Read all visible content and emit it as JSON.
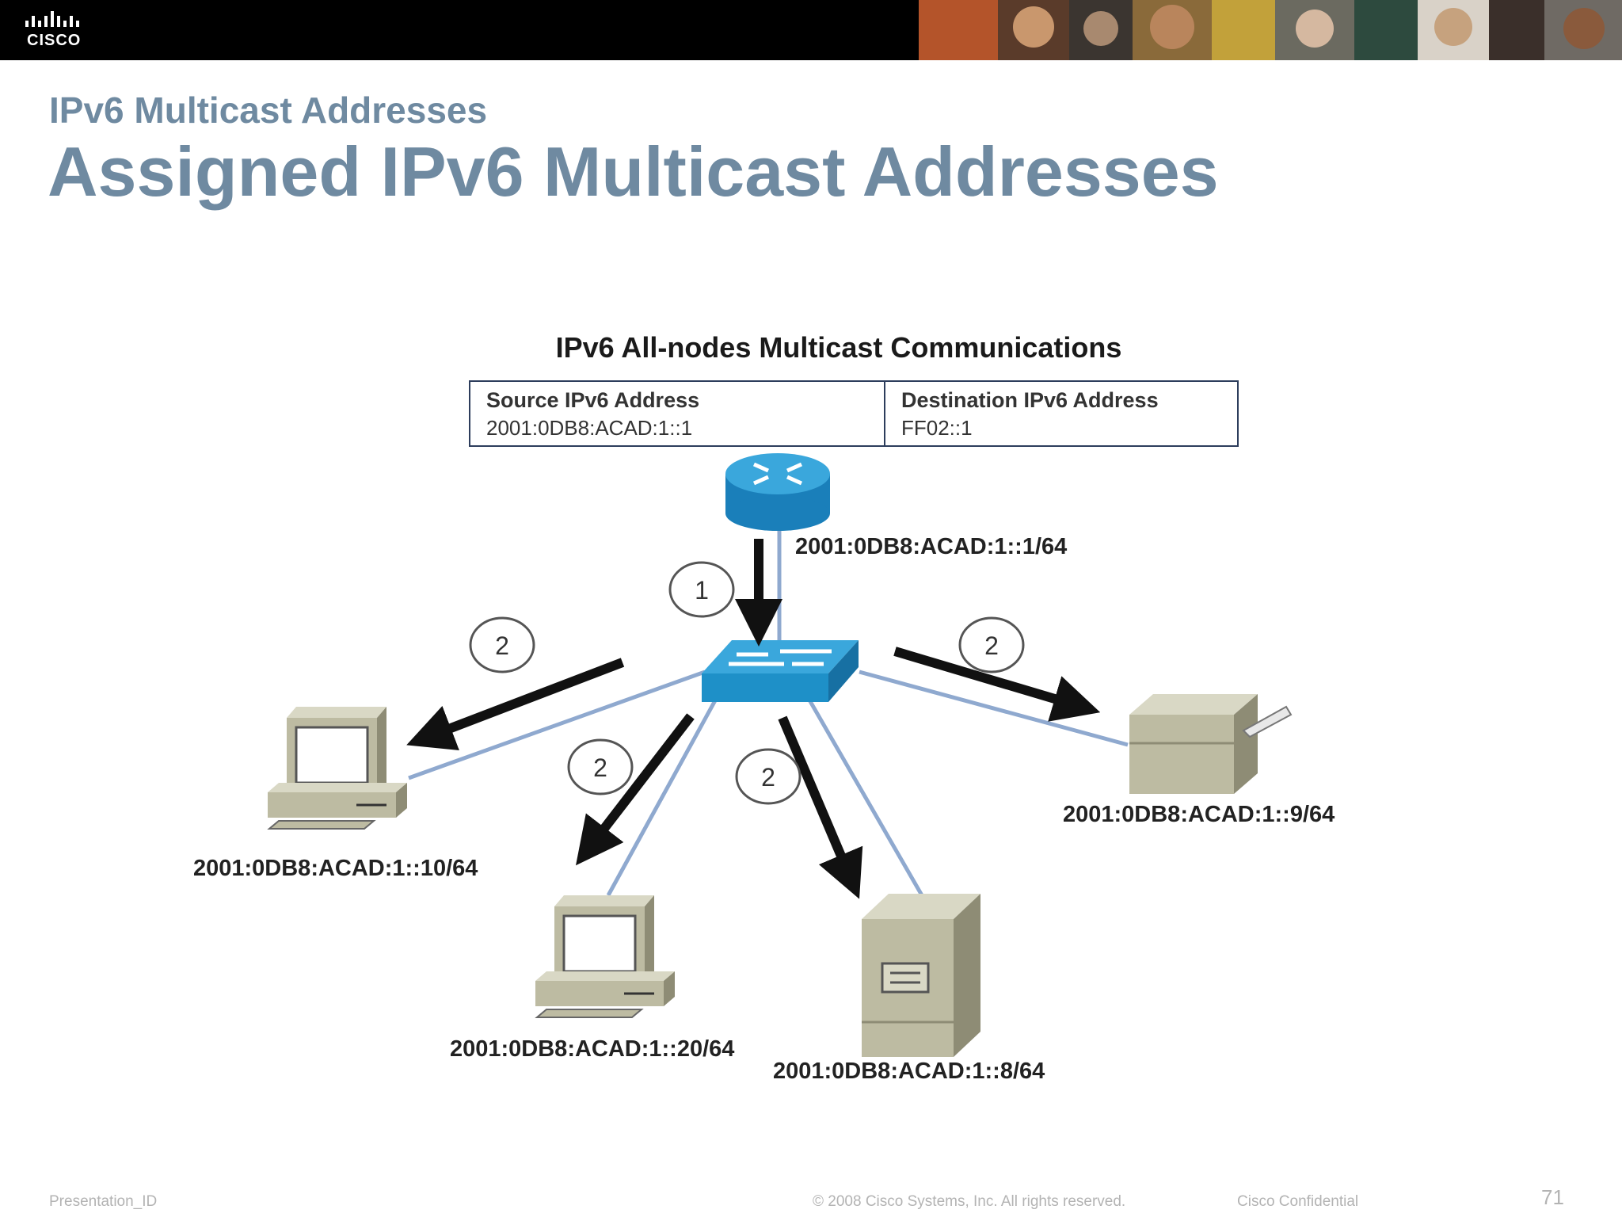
{
  "header": {
    "logo_text": "CISCO",
    "subtitle": "IPv6 Multicast Addresses",
    "title": "Assigned IPv6 Multicast Addresses"
  },
  "diagram": {
    "title": "IPv6 All-nodes Multicast Communications",
    "table": {
      "source_label": "Source IPv6 Address",
      "source_value": "2001:0DB8:ACAD:1::1",
      "dest_label": "Destination IPv6 Address",
      "dest_value": "FF02::1"
    },
    "router_address": "2001:0DB8:ACAD:1::1/64",
    "hosts": [
      {
        "type": "pc",
        "address": "2001:0DB8:ACAD:1::10/64"
      },
      {
        "type": "pc",
        "address": "2001:0DB8:ACAD:1::20/64"
      },
      {
        "type": "server",
        "address": "2001:0DB8:ACAD:1::8/64"
      },
      {
        "type": "printer",
        "address": "2001:0DB8:ACAD:1::9/64"
      }
    ],
    "step_labels": [
      "1",
      "2",
      "2",
      "2",
      "2"
    ]
  },
  "footer": {
    "presentation_id": "Presentation_ID",
    "copyright": "© 2008 Cisco Systems, Inc. All rights reserved.",
    "confidential": "Cisco Confidential",
    "page_number": "71"
  },
  "colors": {
    "title": "#6f8aa1",
    "link_line": "#8fa9cf",
    "device_blue": "#1e90c8",
    "device_gray": "#bdbba2"
  }
}
